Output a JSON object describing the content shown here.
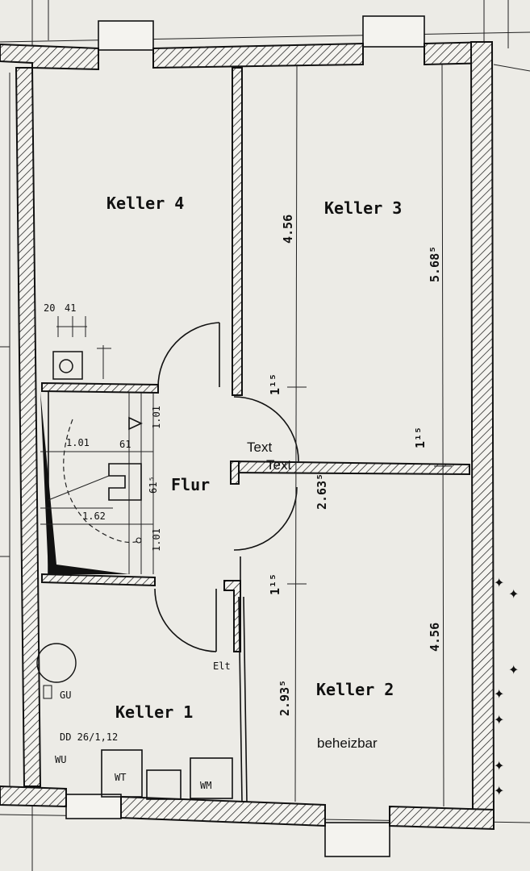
{
  "rooms": {
    "keller4": "Keller 4",
    "keller3": "Keller 3",
    "keller2": "Keller 2",
    "keller1": "Keller 1",
    "flur": "Flur"
  },
  "notes": {
    "text1": "Text",
    "text2": "Text",
    "beheizbar": "beheizbar",
    "elt": "Elt",
    "gu": "GU",
    "dd": "DD  26/1,12",
    "wu": "WU",
    "wt": "WT",
    "wm": "WM"
  },
  "dimensions": {
    "keller3_left_height": "4.56",
    "keller3_right_height": "5.68⁵",
    "door_k3_left": "1¹⁵",
    "door_k3_right": "1¹⁵",
    "flur_height": "2.63⁵",
    "door_k2": "1¹⁵",
    "keller2_height": "4.56",
    "keller1_right_height": "2.93⁵",
    "wall_20": "20",
    "wall_41": "41",
    "stair_101_top": "1.01",
    "stair_101_left": "1.01",
    "stair_61_top": "61",
    "stair_61_mid": "61⁵",
    "stair_162": "1.62",
    "stair_101_bottom": "1.01"
  }
}
